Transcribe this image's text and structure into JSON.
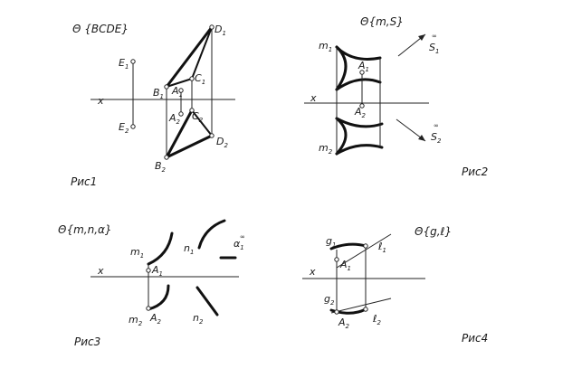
{
  "fig1": {
    "title": "Θ {BCDE}",
    "caption": "Рис1",
    "axis": "x",
    "labels": {
      "D1": [
        "D",
        "1"
      ],
      "C1": [
        "C",
        "1"
      ],
      "E1": [
        "E",
        "1"
      ],
      "B1": [
        "B",
        "1"
      ],
      "A1": [
        "A",
        "1"
      ],
      "A2": [
        "A",
        "2"
      ],
      "C2": [
        "C",
        "2"
      ],
      "E2": [
        "E",
        "2"
      ],
      "D2": [
        "D",
        "2"
      ],
      "B2": [
        "B",
        "2"
      ]
    }
  },
  "fig2": {
    "title": "Θ{m,S}",
    "caption": "Рис2",
    "axis": "x",
    "labels": {
      "m1": [
        "m",
        "1"
      ],
      "A1": [
        "A",
        "1"
      ],
      "S1": [
        "S",
        "1"
      ],
      "A2": [
        "A",
        "2"
      ],
      "m2": [
        "m",
        "2"
      ],
      "S2": [
        "S",
        "2"
      ]
    },
    "infinity_mark": "∞"
  },
  "fig3": {
    "title": "Θ{m,n,α}",
    "caption": "Рис3",
    "axis": "x",
    "labels": {
      "m1": [
        "m",
        "1"
      ],
      "n1": [
        "n",
        "1"
      ],
      "alpha1": [
        "α",
        "1"
      ],
      "A1": [
        "A",
        "1"
      ],
      "m2": [
        "m",
        "2"
      ],
      "A2": [
        "A",
        "2"
      ],
      "n2": [
        "n",
        "2"
      ]
    },
    "infinity_mark": "∞"
  },
  "fig4": {
    "title": "Θ{g,ℓ}",
    "caption": "Рис4",
    "axis": "x",
    "labels": {
      "g1": [
        "g",
        "1"
      ],
      "l1": [
        "ℓ",
        "1"
      ],
      "A1": [
        "A",
        "1"
      ],
      "g2": [
        "g",
        "2"
      ],
      "A2": [
        "A",
        "2"
      ],
      "l2": [
        "ℓ",
        "2"
      ]
    }
  }
}
